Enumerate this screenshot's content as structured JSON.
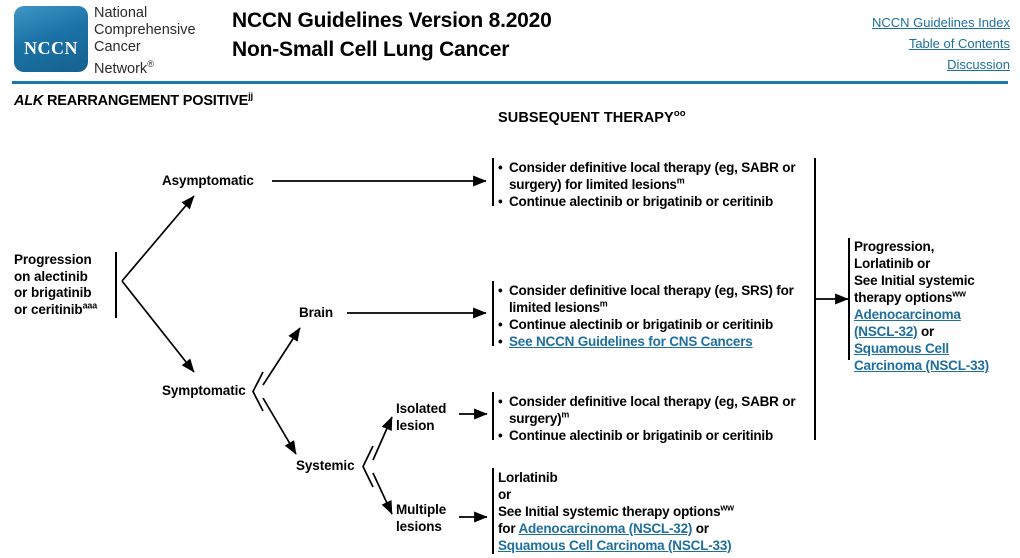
{
  "header": {
    "logo": {
      "mark_text": "NCCN",
      "line1": "National",
      "line2": "Comprehensive",
      "line3": "Cancer",
      "line4": "Network",
      "registered": "®"
    },
    "title_line1": "NCCN Guidelines Version 8.2020",
    "title_line2": "Non-Small Cell Lung Cancer",
    "links": [
      {
        "label": "NCCN Guidelines Index"
      },
      {
        "label": "Table of Contents"
      },
      {
        "label": "Discussion"
      }
    ],
    "rule_color": "#1b79ab"
  },
  "sections": {
    "left_heading_italic": "ALK",
    "left_heading_rest": " REARRANGEMENT POSITIVE",
    "left_heading_sup": "jj",
    "right_heading": "SUBSEQUENT THERAPY",
    "right_heading_sup": "oo"
  },
  "nodes": {
    "progression": {
      "line1": "Progression",
      "line2": "on alectinib",
      "line3": "or brigatinib",
      "line4": "or ceritinib",
      "sup": "aaa"
    },
    "asymptomatic": "Asymptomatic",
    "symptomatic": "Symptomatic",
    "brain": "Brain",
    "systemic": "Systemic",
    "isolated_lesion_l1": "Isolated",
    "isolated_lesion_l2": "lesion",
    "multiple_lesions_l1": "Multiple",
    "multiple_lesions_l2": "lesions"
  },
  "blocks": {
    "asymptomatic_therapy": {
      "b1_l1": "Consider definitive local therapy (eg, SABR",
      "b1_l2": "or surgery) for limited lesions",
      "b1_sup": "m",
      "b2": "Continue alectinib or brigatinib or ceritinib"
    },
    "brain_therapy": {
      "b1_l1": "Consider definitive local therapy (eg, SRS)",
      "b1_l2": "for limited lesions",
      "b1_sup": "m",
      "b2": "Continue alectinib or brigatinib or ceritinib",
      "b3_link": "See NCCN Guidelines for CNS Cancers"
    },
    "isolated_therapy": {
      "b1_l1": "Consider definitive local therapy (eg,",
      "b1_l2": "SABR or surgery)",
      "b1_sup": "m",
      "b2": "Continue alectinib or brigatinib or ceritinib"
    },
    "multiple_therapy": {
      "l1": "Lorlatinib",
      "l2": "or",
      "l3": "See Initial systemic therapy options",
      "l3_sup": "ww",
      "l4_prefix": "for ",
      "l4_link": "Adenocarcinoma (NSCL-32)",
      "l4_suffix": " or",
      "l5_link": "Squamous Cell Carcinoma (NSCL-33)"
    },
    "final_outcome": {
      "l1": "Progression,",
      "l2": "Lorlatinib or",
      "l3": "See Initial systemic",
      "l4": "therapy options",
      "l4_sup": "ww",
      "l5_link": "Adenocarcinoma ",
      "l6_link": "(NSCL-32)",
      "l6_suffix": " or",
      "l7_link": "Squamous Cell ",
      "l8_link": "Carcinoma (NSCL-33)"
    }
  },
  "colors": {
    "link": "#1f6f9e",
    "brand_blue": "#1b79ab",
    "logo_blue": "#1b73a8",
    "text": "#000000"
  }
}
